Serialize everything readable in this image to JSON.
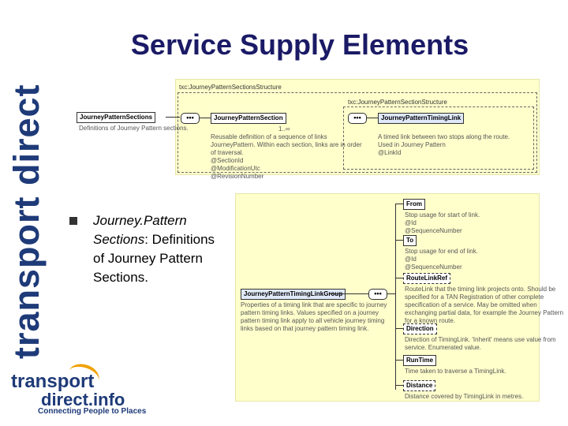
{
  "brand": {
    "vertical": "transport direct",
    "logo_line1": "transport",
    "logo_line2": "direct.info",
    "tagline": "Connecting People to Places"
  },
  "slide": {
    "title": "Service Supply Elements",
    "bullet": {
      "term": "Journey.Pattern Sections",
      "separator": ":",
      "text": "Definitions of Journey Pattern Sections."
    }
  },
  "diagram_top": {
    "outer_label": "txc:JourneyPatternSectionsStructure",
    "inner_label": "txc:JourneyPatternSectionStructure",
    "el_sections": "JourneyPatternSections",
    "el_sections_desc": "Definitions of Journey Pattern sections.",
    "el_section": "JourneyPatternSection",
    "el_section_desc": [
      "Reusable definition of a sequence of links",
      "JourneyPattern. Within each section, links are in order",
      "of traversal.",
      "@SectionId",
      "@ModificationUtc",
      "@RevisionNumber"
    ],
    "el_link": "JourneyPatternTimingLink",
    "el_link_desc": [
      "A timed link between two stops along the route.",
      "Used in Journey Pattern",
      "@LinkId"
    ],
    "seq_symbol": "•••",
    "mult": "1..∞"
  },
  "diagram_bottom": {
    "group": "JourneyPatternTimingLinkGroup",
    "group_desc": [
      "Properties of a timing link that are specific to journey",
      "pattern timing links. Values specified on a journey",
      "pattern timing link apply to all vehicle journey timing",
      "links based on that journey pattern timing link."
    ],
    "seq_symbol": "•••",
    "elements": [
      {
        "name": "From",
        "desc": [
          "Stop usage for start of link.",
          "@Id",
          "@SequenceNumber"
        ]
      },
      {
        "name": "To",
        "desc": [
          "Stop usage for end of link.",
          "@Id",
          "@SequenceNumber"
        ]
      },
      {
        "name": "RouteLinkRef",
        "desc": [
          "RouteLink that the timing link projects onto. Should be",
          "specified for a TAN Registration of other complete",
          "specification of a service. May be omitted when",
          "exchanging partial data, for example the Journey Pattern",
          "for a known route."
        ]
      },
      {
        "name": "Direction",
        "desc": [
          "Direction of TimingLink. 'Inherit' means use value from",
          "service. Enumerated value."
        ]
      },
      {
        "name": "RunTime",
        "desc": [
          "Time taken to traverse a TimingLink."
        ]
      },
      {
        "name": "Distance",
        "desc": [
          "Distance covered by TimingLink in metres."
        ]
      }
    ]
  }
}
